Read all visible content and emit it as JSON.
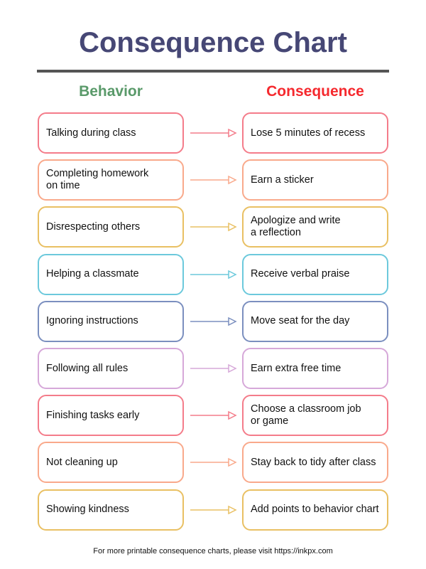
{
  "title": "Consequence Chart",
  "headers": {
    "behavior": "Behavior",
    "consequence": "Consequence"
  },
  "rows": [
    {
      "behavior": "Talking during class",
      "consequence": "Lose 5 minutes of recess",
      "color": "#f47c8a"
    },
    {
      "behavior": "Completing homework\non time",
      "consequence": "Earn a sticker",
      "color": "#f9a98b"
    },
    {
      "behavior": "Disrespecting others",
      "consequence": "Apologize and write\na reflection",
      "color": "#e9c063"
    },
    {
      "behavior": "Helping a classmate",
      "consequence": "Receive verbal praise",
      "color": "#6cc9dc"
    },
    {
      "behavior": "Ignoring instructions",
      "consequence": "Move seat for the day",
      "color": "#7b8fbf"
    },
    {
      "behavior": "Following all rules",
      "consequence": "Earn extra free time",
      "color": "#d6a8d9"
    },
    {
      "behavior": "Finishing tasks early",
      "consequence": "Choose a classroom job\nor game",
      "color": "#f47c8a"
    },
    {
      "behavior": "Not cleaning up",
      "consequence": "Stay back to tidy after class",
      "color": "#f9a98b"
    },
    {
      "behavior": "Showing kindness",
      "consequence": "Add points to behavior chart",
      "color": "#e9c063"
    }
  ],
  "footer": "For more printable consequence charts, please visit https://inkpx.com"
}
